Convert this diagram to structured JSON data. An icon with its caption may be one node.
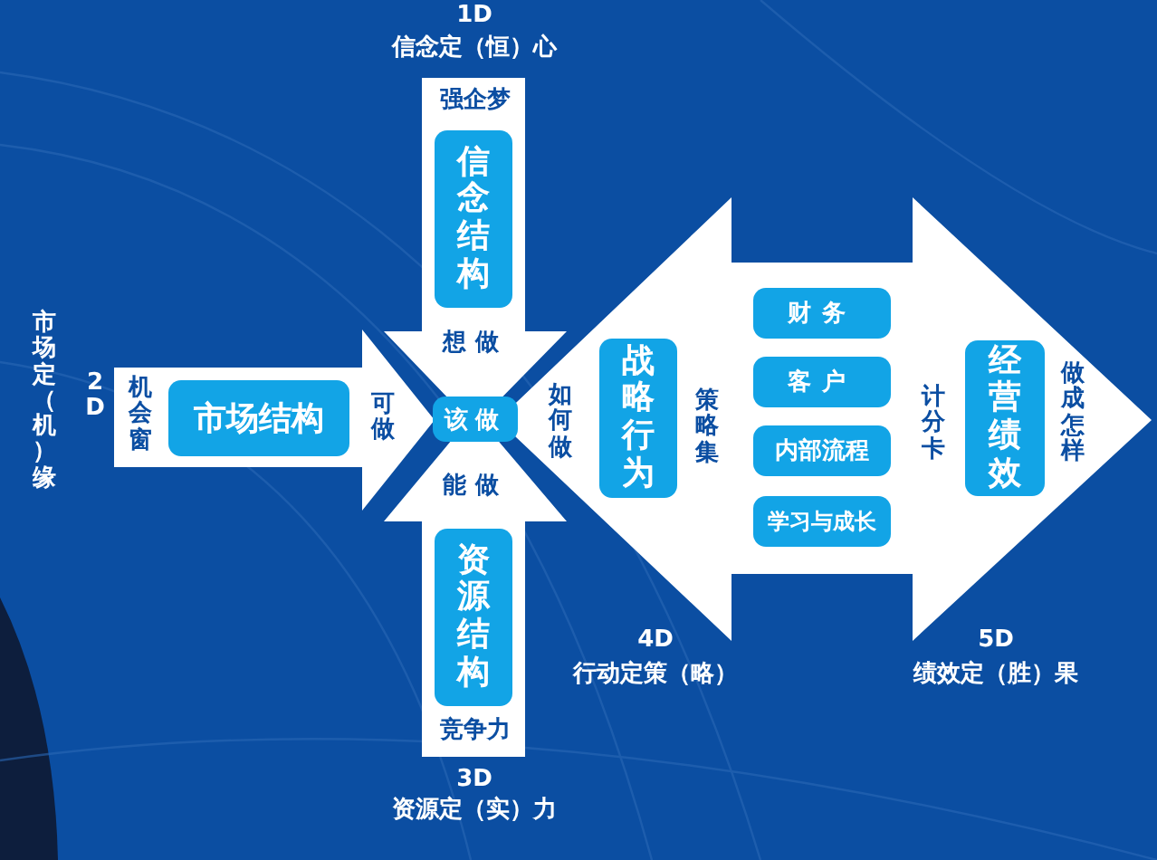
{
  "diagram": {
    "nodes": [
      {
        "text": [
          "强企梦",
          "想做"
        ],
        "beside": [
          "1D",
          "信念定（恒）心"
        ]
      },
      {
        "text": [
          "信念结构"
        ],
        "in": 0
      },
      {
        "text": [
          "机会窗",
          "可做"
        ],
        "beside": [
          "2D",
          "市场定（机）缘"
        ]
      },
      {
        "text": [
          "市场结构"
        ],
        "in": 2
      },
      {
        "text": [
          "能做",
          "竞争力"
        ],
        "beside": [
          "3D",
          "资源定（实）力"
        ]
      },
      {
        "text": [
          "资源结构"
        ],
        "in": 4
      },
      {
        "text": [
          "该做"
        ]
      },
      {
        "text": [
          "如何做",
          "策略集",
          "计分卡",
          "做成怎样"
        ],
        "beside": [
          "4D",
          "行动定策（略）",
          "5D",
          "绩效定（胜）果"
        ]
      },
      {
        "text": [
          "战略行为"
        ],
        "in": 7
      },
      {
        "text": [
          "财务"
        ],
        "in": 7
      },
      {
        "text": [
          "客户"
        ],
        "in": 7
      },
      {
        "text": [
          "内部流程"
        ],
        "in": 7
      },
      {
        "text": [
          "学习与成长"
        ],
        "in": 7
      },
      {
        "text": [
          "经营绩效"
        ],
        "in": 7
      }
    ]
  }
}
